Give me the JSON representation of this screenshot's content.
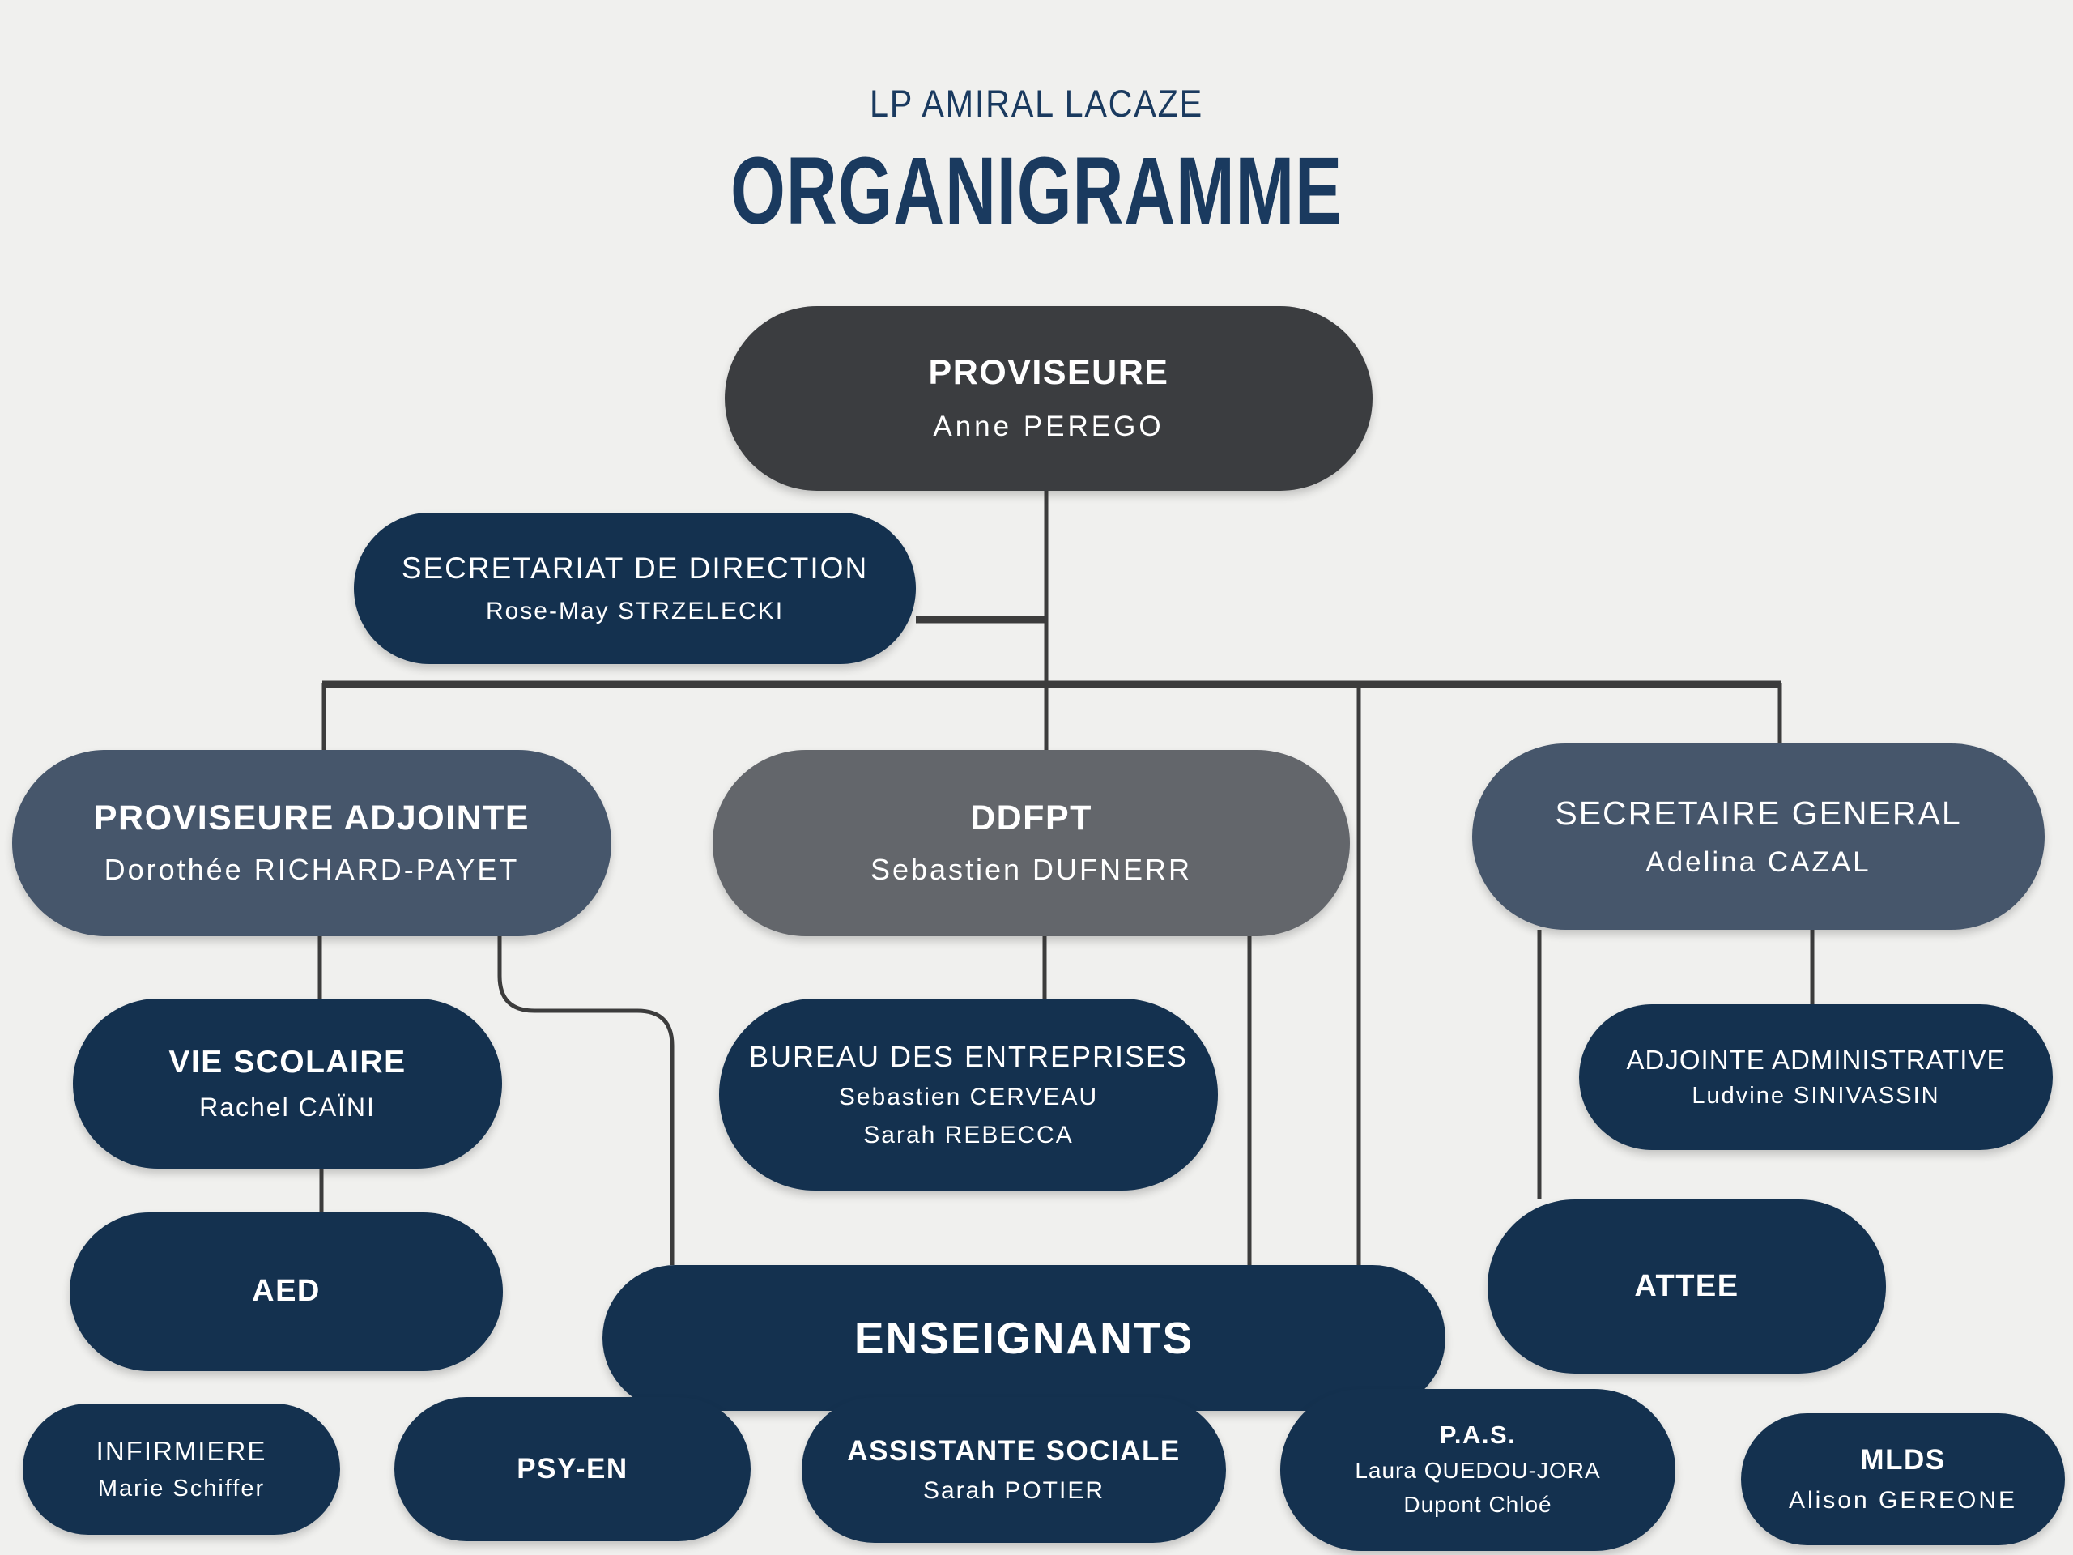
{
  "header": {
    "school": "LP AMIRAL LACAZE",
    "title": "ORGANIGRAMME"
  },
  "colors": {
    "background": "#f0f0ee",
    "navy": "#14314f",
    "slate": "#46566b",
    "gray": "#63666b",
    "charcoal": "#3b3d40",
    "connector_line": "#3c3c3c",
    "title_text": "#1a3a5f"
  },
  "nodes": {
    "proviseure": {
      "role": "PROVISEURE",
      "person": "Anne PEREGO"
    },
    "secretariat_direction": {
      "role": "SECRETARIAT DE DIRECTION",
      "person": "Rose-May STRZELECKI"
    },
    "proviseure_adjointe": {
      "role": "PROVISEURE ADJOINTE",
      "person": "Dorothée RICHARD-PAYET"
    },
    "ddfpt": {
      "role": "DDFPT",
      "person": "Sebastien DUFNERR"
    },
    "secretaire_general": {
      "role": "SECRETAIRE GENERAL",
      "person": "Adelina CAZAL"
    },
    "vie_scolaire": {
      "role": "VIE SCOLAIRE",
      "person": "Rachel CAÏNI"
    },
    "bureau_entreprises": {
      "role": "BUREAU DES ENTREPRISES",
      "person1": "Sebastien CERVEAU",
      "person2": "Sarah REBECCA"
    },
    "adjointe_administrative": {
      "role": "ADJOINTE ADMINISTRATIVE",
      "person": "Ludvine SINIVASSIN"
    },
    "aed": {
      "role": "AED"
    },
    "enseignants": {
      "role": "ENSEIGNANTS"
    },
    "attee": {
      "role": "ATTEE"
    },
    "infirmiere": {
      "role": "INFIRMIERE",
      "person": "Marie Schiffer"
    },
    "psy_en": {
      "role": "PSY-EN"
    },
    "assistante_sociale": {
      "role": "ASSISTANTE SOCIALE",
      "person": "Sarah POTIER"
    },
    "pas": {
      "role": "P.A.S.",
      "person1": "Laura QUEDOU-JORA",
      "person2": "Dupont Chloé"
    },
    "mlds": {
      "role": "MLDS",
      "person": "Alison GEREONE"
    }
  }
}
